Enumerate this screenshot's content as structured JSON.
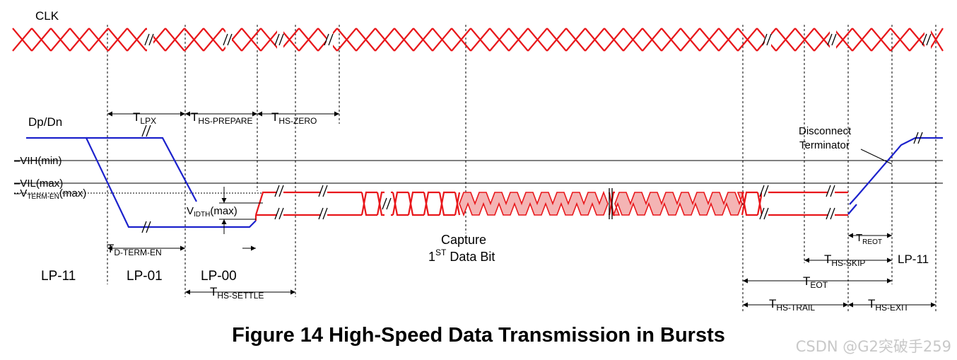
{
  "clock_label": "CLK",
  "signal_label": "Dp/Dn",
  "levels": {
    "vih": "VIH(min)",
    "vil": "VIL(max)",
    "vterm_main": "V",
    "vterm_sub": "TERM-EN",
    "vterm_suffix": "(max)",
    "vidth_main": "V",
    "vidth_sub": "IDTH",
    "vidth_suffix": "(max)"
  },
  "timings": {
    "t_lpx": {
      "main": "T",
      "sub": "LPX"
    },
    "t_hs_prepare": {
      "main": "T",
      "sub": "HS-PREPARE"
    },
    "t_hs_zero": {
      "main": "T",
      "sub": "HS-ZERO"
    },
    "t_d_term_en": {
      "main": "T",
      "sub": "D-TERM-EN"
    },
    "t_hs_settle": {
      "main": "T",
      "sub": "HS-SETTLE"
    },
    "t_reot": {
      "main": "T",
      "sub": "REOT"
    },
    "t_hs_skip": {
      "main": "T",
      "sub": "HS-SKIP"
    },
    "t_eot": {
      "main": "T",
      "sub": "EOT"
    },
    "t_hs_trail": {
      "main": "T",
      "sub": "HS-TRAIL"
    },
    "t_hs_exit": {
      "main": "T",
      "sub": "HS-EXIT"
    }
  },
  "states": {
    "lp11_start": "LP-11",
    "lp01": "LP-01",
    "lp00": "LP-00",
    "lp11_end": "LP-11"
  },
  "annotations": {
    "capture_line1": "Capture",
    "capture_line2_pre": "1",
    "capture_line2_sup": "ST",
    "capture_line2_post": " Data Bit",
    "disconnect_line1": "Disconnect",
    "disconnect_line2": "Terminator"
  },
  "figure_caption": "Figure 14 High-Speed Data Transmission in Bursts",
  "watermark": "CSDN @G2突破手259",
  "colors": {
    "hs_signal": "#e8171b",
    "lp_signal": "#1c22cc",
    "data_fill": "#f4b4b4",
    "guide": "#000000"
  }
}
